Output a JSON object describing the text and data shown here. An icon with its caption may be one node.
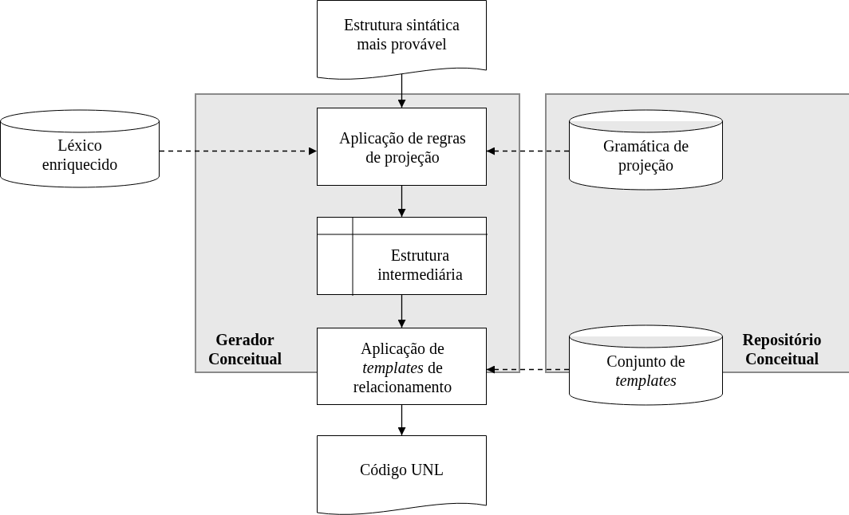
{
  "diagram": {
    "nodes": [
      {
        "text": [
          "Estrutura sintática mais provável"
        ]
      },
      {
        "text": [
          "Gerador Conceitual"
        ]
      },
      {
        "text": [
          "Léxico enriquecido"
        ]
      },
      {
        "text": [
          "Aplicação de regras de projeção"
        ],
        "in": 1
      },
      {
        "text": [
          "Repositório Conceitual"
        ]
      },
      {
        "text": [
          "Gramática de projeção"
        ],
        "in": 4
      },
      {
        "text": [
          "Estrutura intermediária"
        ],
        "in": 1
      },
      {
        "text": [
          "Aplicação de *templates* de relacionamento"
        ]
      },
      {
        "text": [
          "Conjunto de *templates*"
        ]
      },
      {
        "text": [
          "Código UNL"
        ]
      }
    ],
    "edges": [
      {
        "from": 0,
        "to": 3,
        "arrow": "to"
      },
      {
        "from": 2,
        "to": 3,
        "arrow": "to",
        "style": "dashed"
      },
      {
        "from": 5,
        "to": 3,
        "arrow": "to",
        "style": "dashed"
      },
      {
        "from": 3,
        "to": 6,
        "arrow": "to"
      },
      {
        "from": 6,
        "to": 7,
        "arrow": "to"
      },
      {
        "from": 8,
        "to": 7,
        "arrow": "to",
        "style": "dashed"
      },
      {
        "from": 7,
        "to": 9,
        "arrow": "to"
      }
    ]
  }
}
